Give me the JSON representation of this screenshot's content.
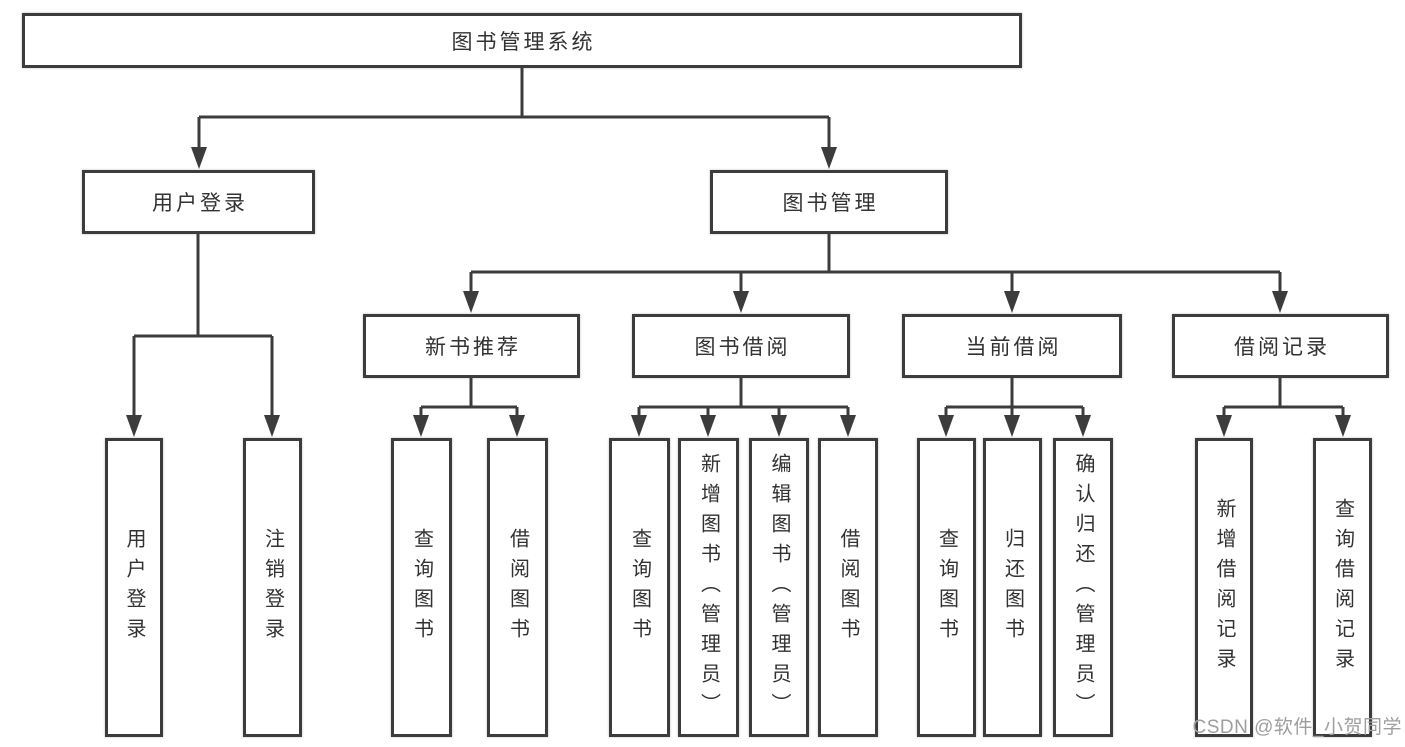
{
  "diagram": {
    "type": "tree",
    "root": {
      "label": "图书管理系统"
    },
    "branches": [
      {
        "label": "用户登录",
        "children": [
          {
            "label": "用户登录"
          },
          {
            "label": "注销登录"
          }
        ]
      },
      {
        "label": "图书管理",
        "children": [
          {
            "label": "新书推荐",
            "children": [
              {
                "label": "查询图书"
              },
              {
                "label": "借阅图书"
              }
            ]
          },
          {
            "label": "图书借阅",
            "children": [
              {
                "label": "查询图书"
              },
              {
                "label": "新增图书（管理员）"
              },
              {
                "label": "编辑图书（管理员）"
              },
              {
                "label": "借阅图书"
              }
            ]
          },
          {
            "label": "当前借阅",
            "children": [
              {
                "label": "查询图书"
              },
              {
                "label": "归还图书"
              },
              {
                "label": "确认归还（管理员）"
              }
            ]
          },
          {
            "label": "借阅记录",
            "children": [
              {
                "label": "新增借阅记录"
              },
              {
                "label": "查询借阅记录"
              }
            ]
          }
        ]
      }
    ]
  },
  "watermark": {
    "text": "CSDN @软件_小贺同学"
  },
  "colors": {
    "line": "#3c3c3c",
    "box_border": "#3c3c3c",
    "box_fill": "#ffffff",
    "text": "#323232",
    "watermark": "#9e9e9e",
    "background": "#ffffff"
  }
}
